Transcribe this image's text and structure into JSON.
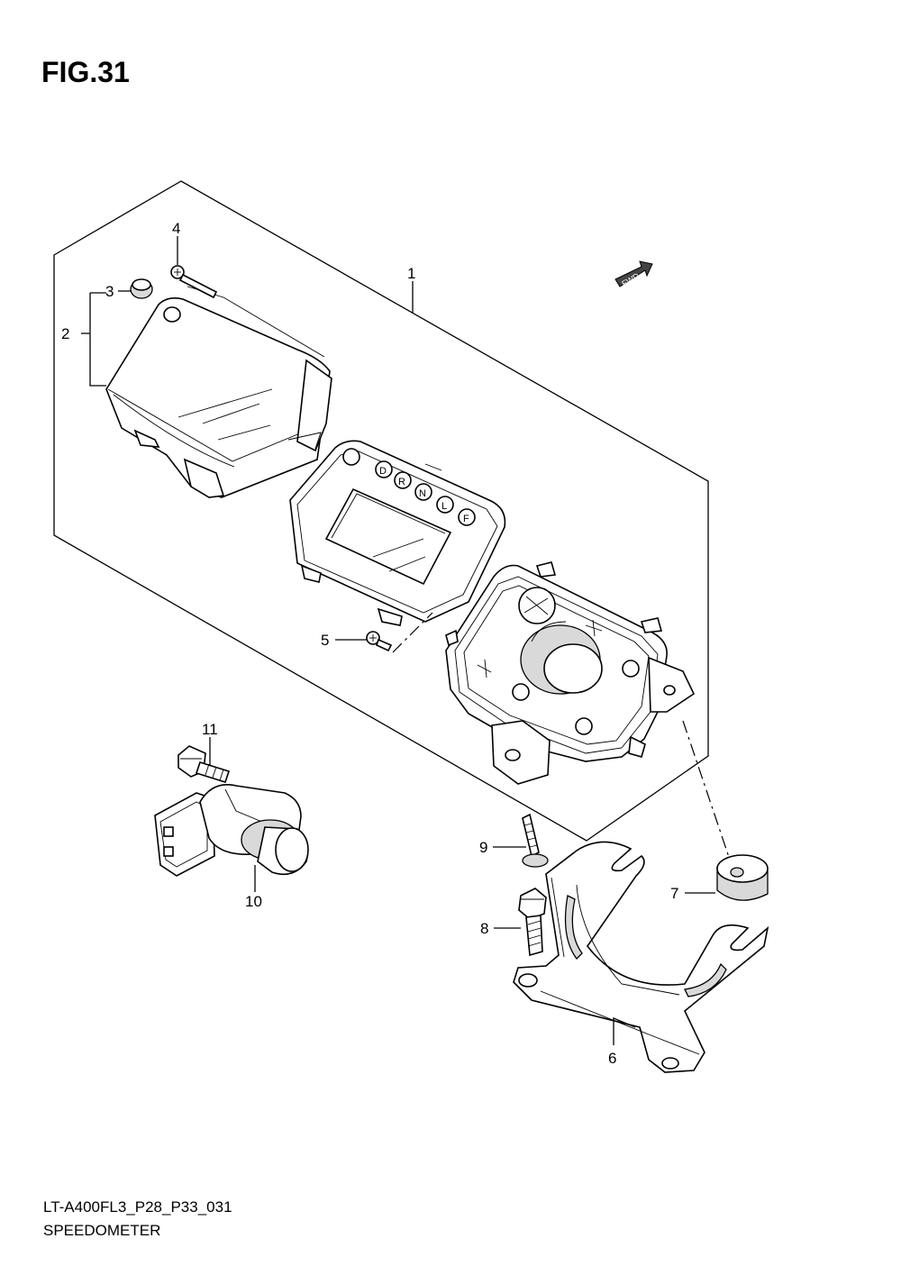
{
  "figure": {
    "title": "FIG.31",
    "code": "LT-A400FL3_P28_P33_031",
    "name": "SPEEDOMETER"
  },
  "fwd_label": "FWD",
  "indicator_letters": [
    "D",
    "R",
    "N",
    "L",
    "F"
  ],
  "callouts": {
    "c1": "1",
    "c2": "2",
    "c3": "3",
    "c4": "4",
    "c5": "5",
    "c6": "6",
    "c7": "7",
    "c8": "8",
    "c9": "9",
    "c10": "10",
    "c11": "11"
  }
}
